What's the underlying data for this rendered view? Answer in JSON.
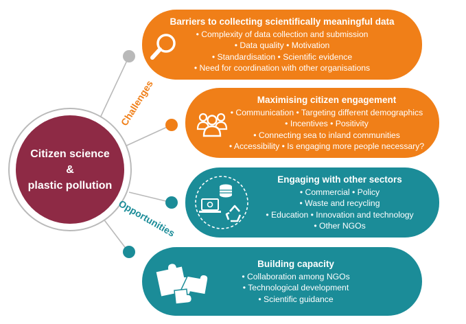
{
  "hub": {
    "line1": "Citizen science",
    "line2": "&",
    "line3": "plastic pollution"
  },
  "side_labels": {
    "top": "Challenges",
    "bottom": "Opportunities"
  },
  "colors": {
    "challenge": "#f07f18",
    "opportunity": "#1b8c98",
    "hub": "#8e2a45",
    "connector": "#b9b9b9"
  },
  "panels": [
    {
      "title": "Barriers to collecting scientifically meaningful data",
      "lines": [
        "• Complexity of data collection and submission",
        "• Data quality  • Motivation",
        "• Standardisation  • Scientific evidence",
        "• Need for coordination with other organisations"
      ],
      "icon": "magnifier-icon"
    },
    {
      "title": "Maximising citizen engagement",
      "lines": [
        "• Communication  • Targeting different demographics",
        "• Incentives  • Positivity",
        "• Connecting sea to inland communities",
        "• Accessibility  • Is engaging more people necessary?"
      ],
      "icon": "people-group-icon"
    },
    {
      "title": "Engaging with other sectors",
      "lines": [
        "• Commercial  • Policy",
        "• Waste and recycling",
        "• Education  • Innovation and technology",
        "• Other NGOs"
      ],
      "icon": "sectors-icon"
    },
    {
      "title": "Building capacity",
      "lines": [
        "• Collaboration among NGOs",
        "• Technological development",
        "• Scientific guidance"
      ],
      "icon": "puzzle-icon"
    }
  ]
}
